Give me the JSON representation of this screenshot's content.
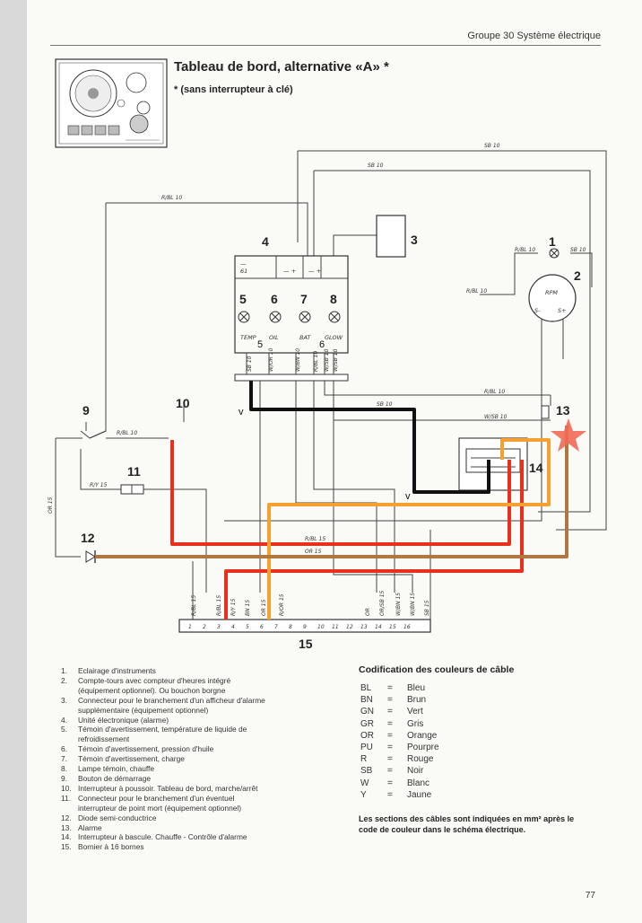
{
  "header": {
    "section": "Groupe 30 Système électrique"
  },
  "title": "Tableau de bord, alternative «A» *",
  "subtitle": "* (sans interrupteur à clé)",
  "diagram": {
    "component_numbers": [
      "1",
      "2",
      "3",
      "4",
      "5",
      "6",
      "7",
      "8",
      "9",
      "10",
      "11",
      "12",
      "13",
      "14",
      "15"
    ],
    "wire_labels": {
      "top1": "SB 10",
      "top2": "SB 10",
      "rbl_left": "R/BL 10",
      "rbl1": "R/BL 10",
      "sb_c1": "SB 10",
      "rbl2": "R/BL 10",
      "rbl3": "R/BL 10",
      "sb_mid": "SB 10",
      "wsb": "W/SB 10",
      "rbl_9_10": "R/BL 10",
      "ry": "R/Y 15",
      "or_left": "OR 15",
      "rbl15": "R/BL 15",
      "or15": "OR 15"
    },
    "gauge_labels": [
      "TEMP",
      "OIL",
      "BAT",
      "GLOW"
    ],
    "module_labels": {
      "ground": "61",
      "minus": "—",
      "plusminus": "— +"
    },
    "rpm_terminals": [
      "S-",
      "S+"
    ],
    "rpm_label": "RPM",
    "rail_wires": [
      "R/BL 15",
      "R/Y 15",
      "BN 15",
      "OR 15",
      "R/OR 15",
      "OR",
      "OR/SB 15",
      "W/BN 15",
      "W/BN 15",
      "SB 15"
    ],
    "rail_terminals": [
      "1",
      "2",
      "3",
      "4",
      "5",
      "6",
      "7",
      "8",
      "9",
      "10",
      "11",
      "12",
      "13",
      "14",
      "15",
      "16"
    ],
    "wire_col_labels": [
      "SB 10",
      "W/OR 10",
      "W/BN 10",
      "R/BL 10",
      "W/SB 10",
      "W/SB 10"
    ],
    "annotations": {
      "n5": "5",
      "n6": "6",
      "v1": "v",
      "v2": "v"
    }
  },
  "legend": [
    {
      "num": "1.",
      "text": "Eclairage d'instruments"
    },
    {
      "num": "2.",
      "text": "Compte-tours avec compteur d'heures intégré"
    },
    {
      "num": "",
      "text": "(équipement optionnel). Ou bouchon borgne"
    },
    {
      "num": "3.",
      "text": "Connecteur pour le branchement d'un afficheur d'alarme"
    },
    {
      "num": "",
      "text": "supplémentaire (équipement optionnel)"
    },
    {
      "num": "4.",
      "text": "Unité électronique (alarme)"
    },
    {
      "num": "5.",
      "text": "Témoin d'avertissement, température de liquide de"
    },
    {
      "num": "",
      "text": "refroidissement"
    },
    {
      "num": "6.",
      "text": "Témoin d'avertissement, pression d'huile"
    },
    {
      "num": "7.",
      "text": "Témoin d'avertissement, charge"
    },
    {
      "num": "8.",
      "text": "Lampe témoin, chauffe"
    },
    {
      "num": "9.",
      "text": "Bouton de démarrage"
    },
    {
      "num": "10.",
      "text": "Interrupteur à poussoir. Tableau de bord, marche/arrêt"
    },
    {
      "num": "11.",
      "text": "Connecteur pour le branchement d'un éventuel"
    },
    {
      "num": "",
      "text": "interrupteur de point mort (équipement optionnel)"
    },
    {
      "num": "12.",
      "text": "Diode semi-conductrice"
    },
    {
      "num": "13.",
      "text": "Alarme"
    },
    {
      "num": "14.",
      "text": "Interrupteur à bascule. Chauffe - Contrôle d'alarme"
    },
    {
      "num": "15.",
      "text": "Bornier à 16 bornes"
    }
  ],
  "codification": {
    "title": "Codification des couleurs de câble",
    "codes": [
      {
        "code": "BL",
        "eq": "=",
        "name": "Bleu"
      },
      {
        "code": "BN",
        "eq": "=",
        "name": "Brun"
      },
      {
        "code": "GN",
        "eq": "=",
        "name": "Vert"
      },
      {
        "code": "GR",
        "eq": "=",
        "name": "Gris"
      },
      {
        "code": "OR",
        "eq": "=",
        "name": "Orange"
      },
      {
        "code": "PU",
        "eq": "=",
        "name": "Pourpre"
      },
      {
        "code": "R",
        "eq": "=",
        "name": "Rouge"
      },
      {
        "code": "SB",
        "eq": "=",
        "name": "Noir"
      },
      {
        "code": "W",
        "eq": "=",
        "name": "Blanc"
      },
      {
        "code": "Y",
        "eq": "=",
        "name": "Jaune"
      }
    ]
  },
  "note": "Les sections des câbles sont indiquées en mm² après le code de couleur dans le schéma électrique.",
  "page_number": "77",
  "colors": {
    "highlight_black": "#111111",
    "highlight_red": "#e8301c",
    "highlight_orange": "#f5a030",
    "highlight_brown": "#b07840",
    "star": "#f06a55",
    "line": "#444444"
  }
}
